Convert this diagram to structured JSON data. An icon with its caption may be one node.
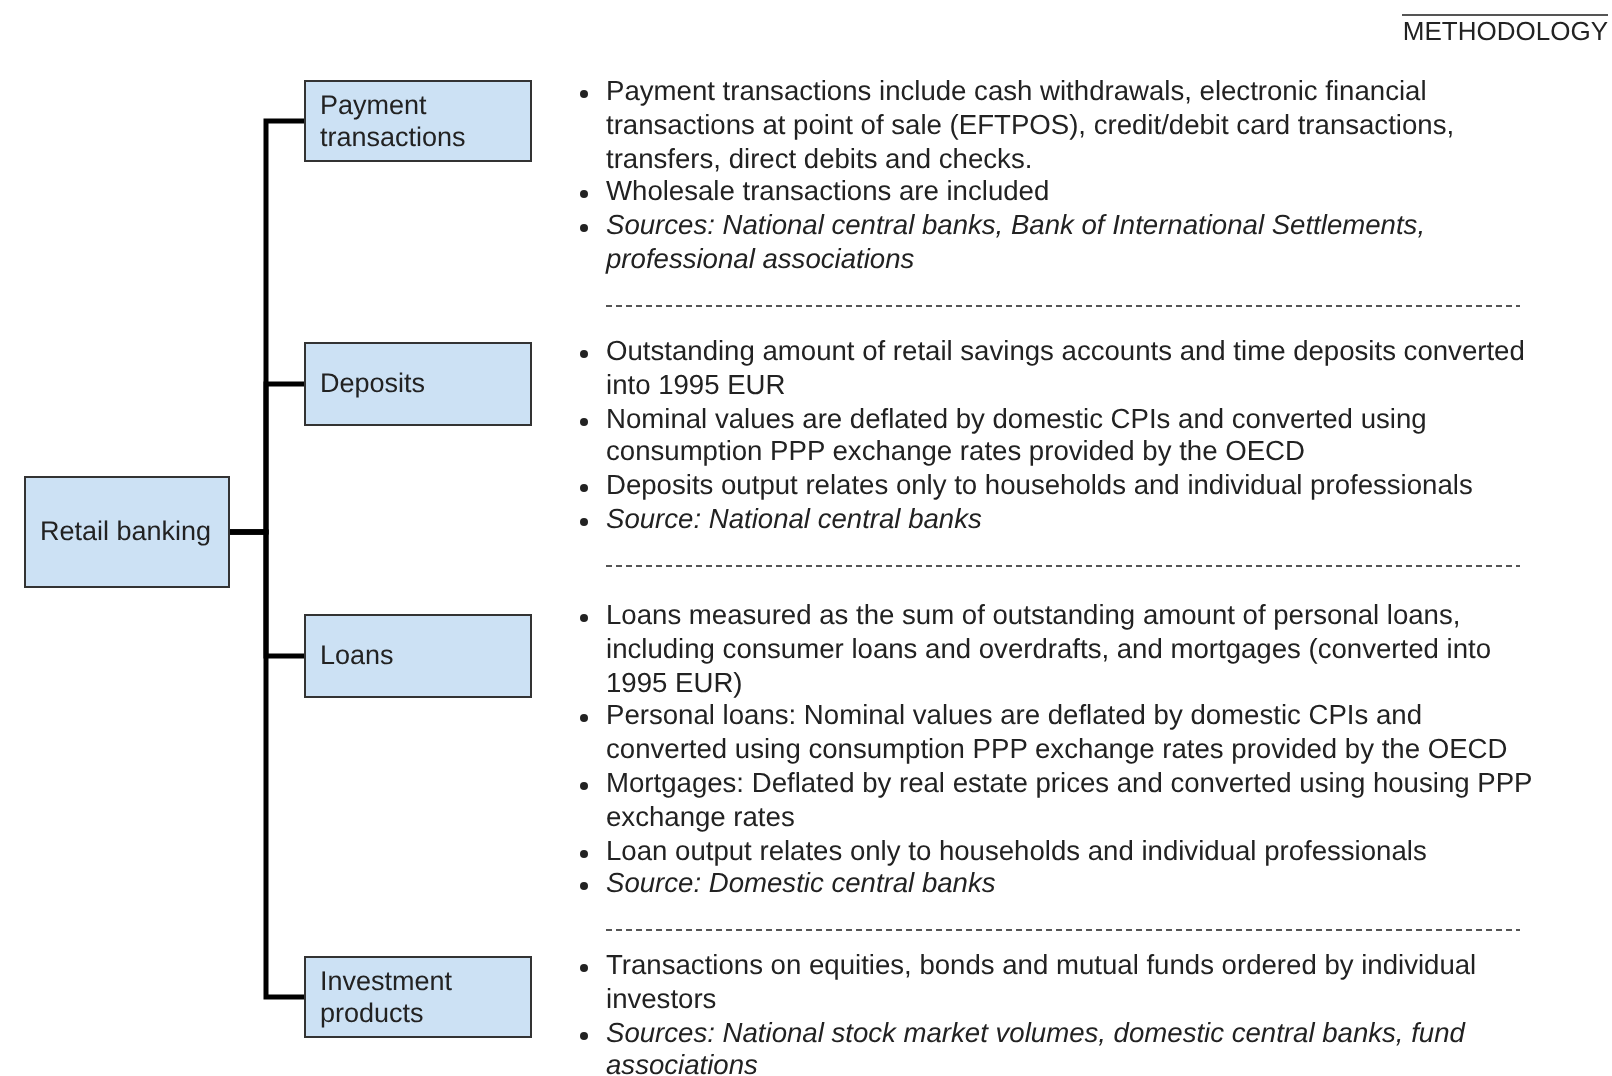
{
  "diagram": {
    "nodes": [
      {
        "text": [
          "Retail banking"
        ]
      },
      {
        "text": [
          "Payment transactions"
        ],
        "beside": [
          "Payment transactions include cash withdrawals, electronic financial transactions at point of sale (EFTPOS), credit/debit card transactions, transfers, direct debits and checks.",
          "Wholesale transactions are included",
          "Sources: National central banks, Bank of International Settlements, professional associations"
        ]
      },
      {
        "text": [
          "Deposits"
        ],
        "beside": [
          "Outstanding amount of retail savings accounts and time deposits converted into 1995 EUR",
          "Nominal values are deflated by domestic CPIs and converted using consumption PPP exchange rates provided by the OECD",
          "Deposits output relates only to households and individual professionals",
          "Source: National central banks"
        ]
      },
      {
        "text": [
          "Loans"
        ],
        "beside": [
          "Loans measured as the sum of outstanding amount of personal loans, including consumer loans and overdrafts, and mortgages (converted into 1995 EUR)",
          "Personal loans: Nominal values are deflated by domestic CPIs and converted using consumption PPP exchange rates provided by the OECD",
          "Mortgages: Deflated by real estate prices and converted using housing PPP exchange rates",
          "Loan output relates only to households and individual professionals",
          "Source: Domestic central banks"
        ]
      },
      {
        "text": [
          "Investment products"
        ],
        "beside": [
          "Transactions on equities, bonds and mutual funds ordered by individual investors",
          "Sources: National stock market volumes, domestic central banks, fund associations"
        ]
      }
    ],
    "edges": [
      {
        "from": 0,
        "to": 1,
        "arrow": "none"
      },
      {
        "from": 0,
        "to": 2,
        "arrow": "none"
      },
      {
        "from": 0,
        "to": 3,
        "arrow": "none"
      },
      {
        "from": 0,
        "to": 4,
        "arrow": "none"
      }
    ],
    "labels": [
      "METHODOLOGY"
    ]
  }
}
